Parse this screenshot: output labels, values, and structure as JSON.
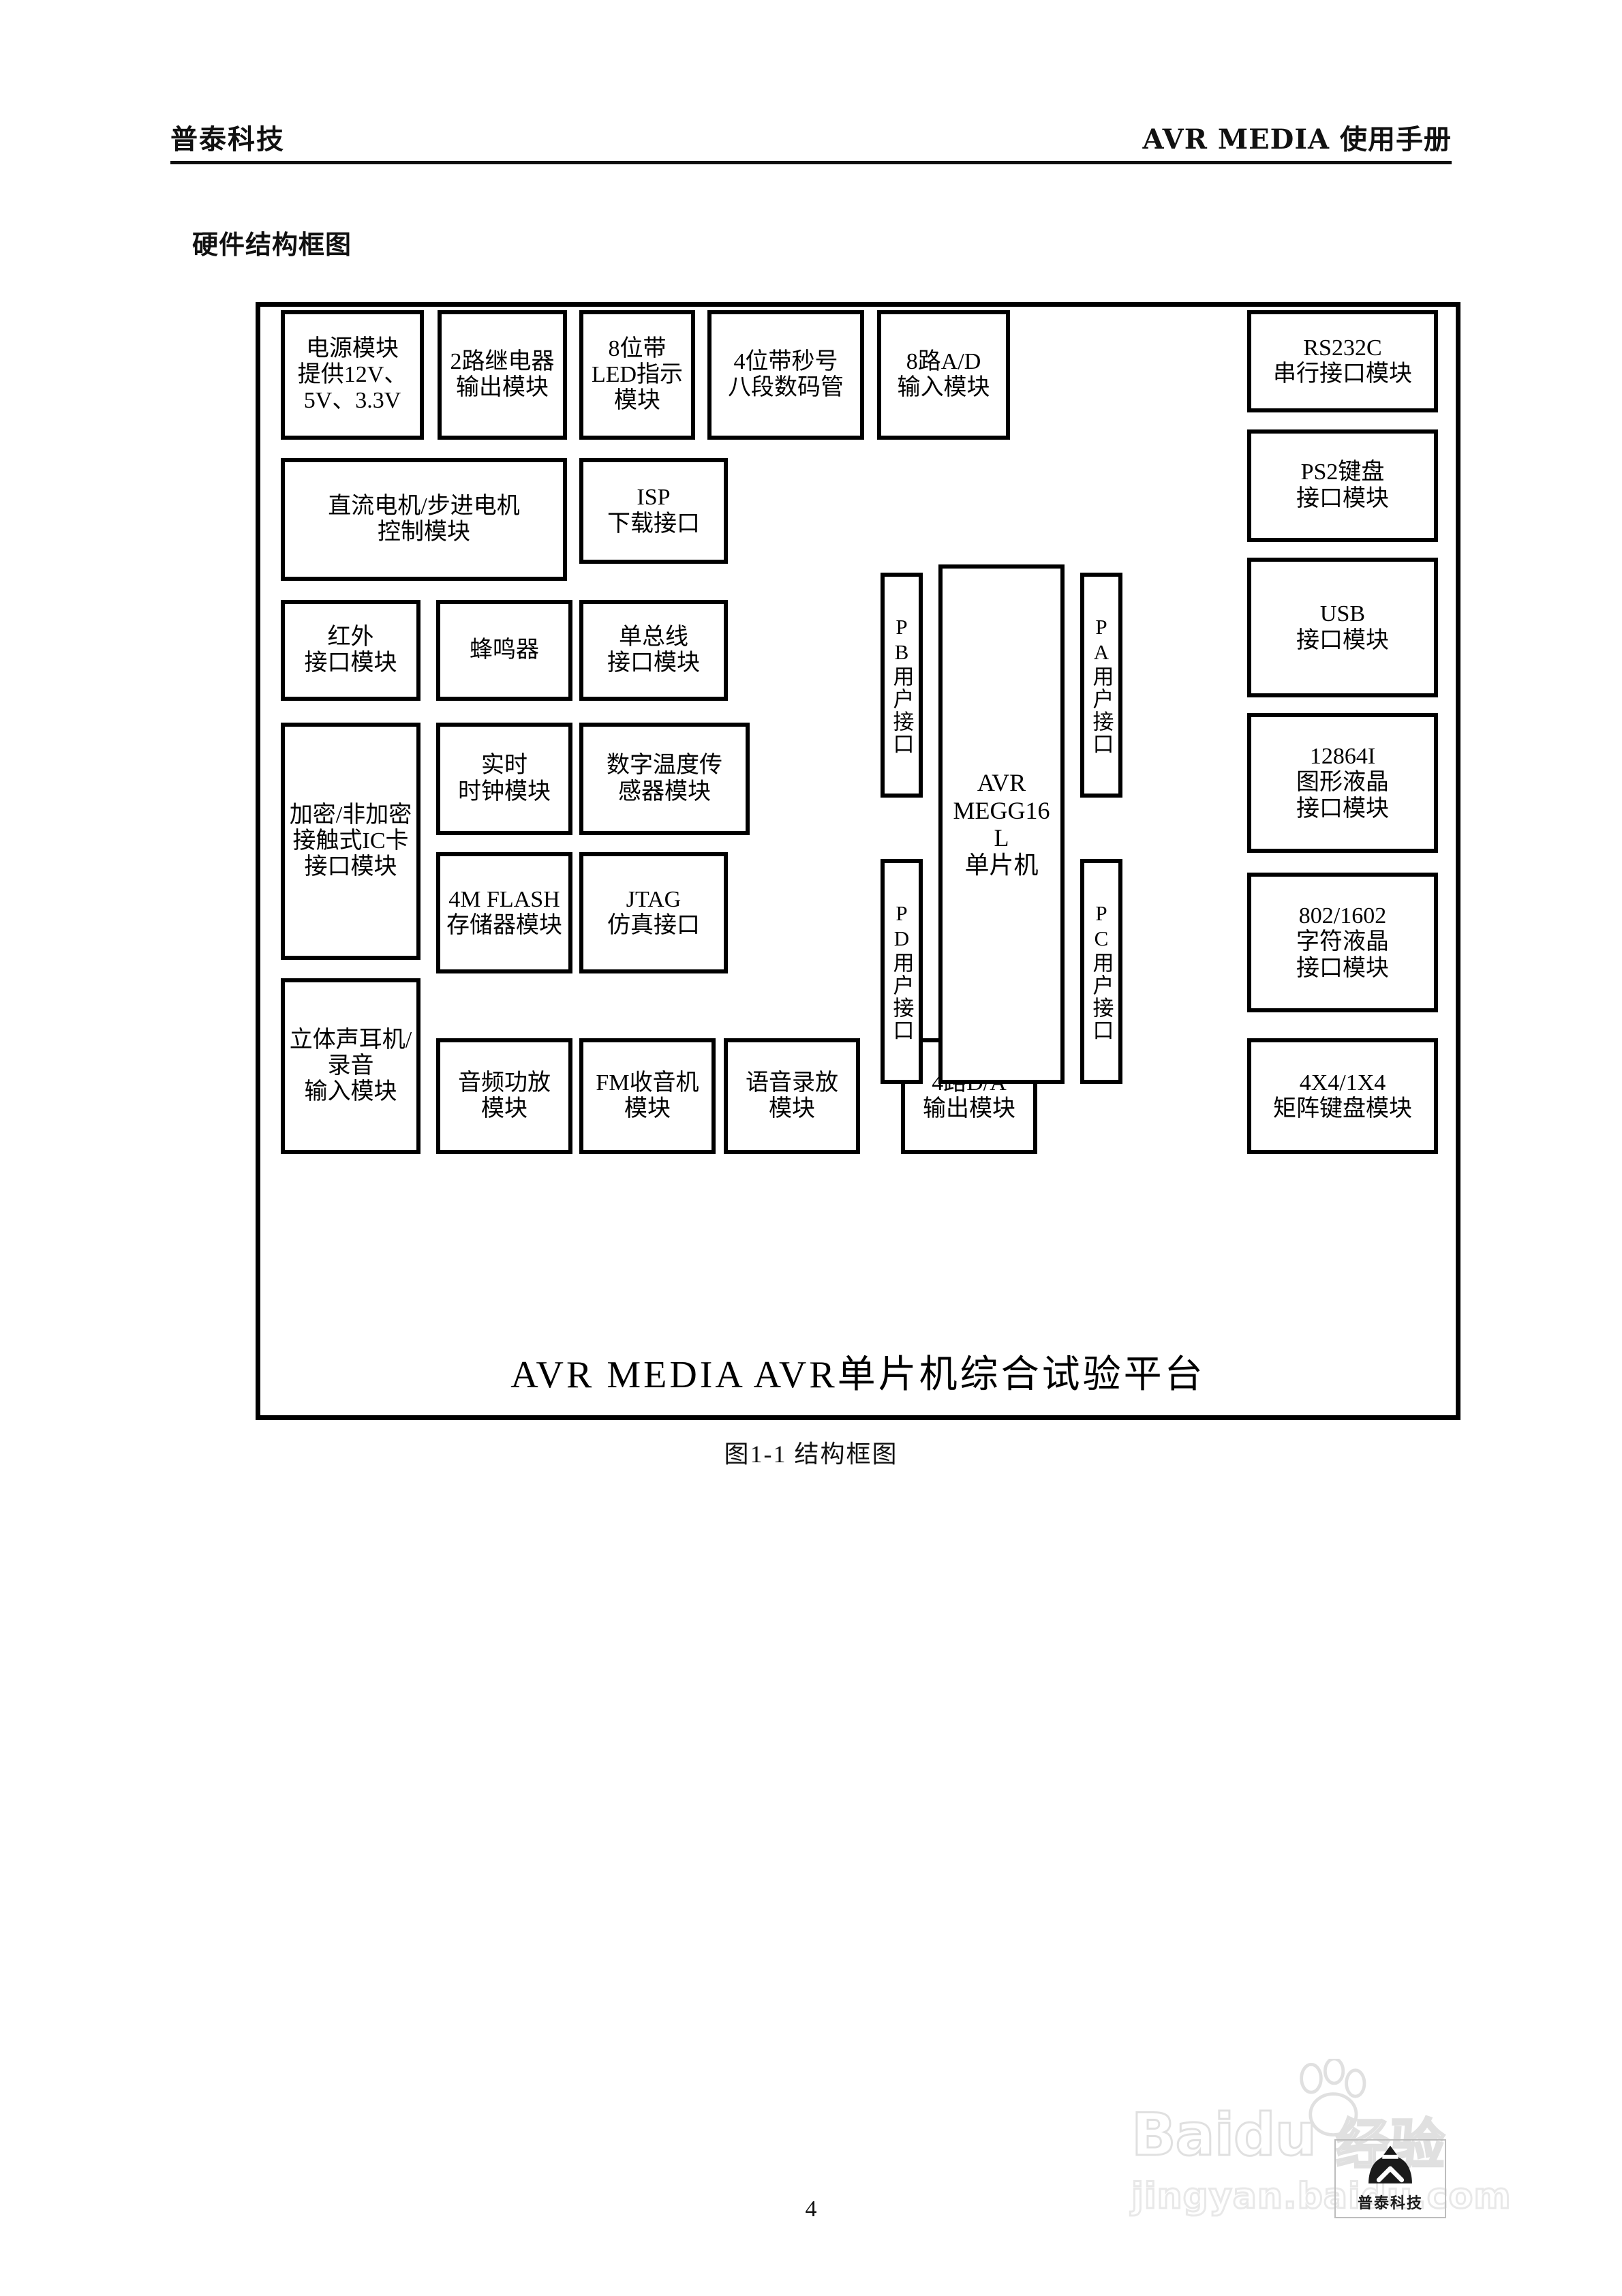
{
  "header": {
    "left": "普泰科技",
    "right": "AVR MEDIA 使用手册"
  },
  "section_heading": "硬件结构框图",
  "figure": {
    "caption": "图1-1   结构框图",
    "platform_banner": "AVR MEDIA AVR单片机综合试验平台"
  },
  "page_number": "4",
  "watermark": {
    "brand": "Baidu",
    "brand_cn": "经验",
    "url": "jingyan.baidu.com",
    "logo_text": "普泰科技"
  },
  "blocks": {
    "power": {
      "l1": "电源模块",
      "l2": "提供12V、",
      "l3": "5V、3.3V"
    },
    "relay": {
      "l1": "2路继电器",
      "l2": "输出模块"
    },
    "led": {
      "l1": "8位带",
      "l2": "LED指示",
      "l3": "模块"
    },
    "digit": {
      "l1": "4位带秒号",
      "l2": "八段数码管"
    },
    "adc": {
      "l1": "8路A/D",
      "l2": "输入模块"
    },
    "rs232": {
      "l1": "RS232C",
      "l2": "串行接口模块"
    },
    "ps2": {
      "l1": "PS2键盘",
      "l2": "接口模块"
    },
    "usb": {
      "l1": "USB",
      "l2": "接口模块"
    },
    "motor": {
      "l1": "直流电机/步进电机",
      "l2": "控制模块"
    },
    "isp": {
      "l1": "ISP",
      "l2": "下载接口"
    },
    "infrared": {
      "l1": "红外",
      "l2": "接口模块"
    },
    "buzzer": {
      "l1": "蜂鸣器"
    },
    "onewire": {
      "l1": "单总线",
      "l2": "接口模块"
    },
    "iccard": {
      "l1": "加密/非加密",
      "l2": "接触式IC卡",
      "l3": "接口模块"
    },
    "rtc": {
      "l1": "实时",
      "l2": "时钟模块"
    },
    "temp": {
      "l1": "数字温度传",
      "l2": "感器模块"
    },
    "flash": {
      "l1": "4M FLASH",
      "l2": "存储器模块"
    },
    "jtag": {
      "l1": "JTAG",
      "l2": "仿真接口"
    },
    "lcd12864": {
      "l1": "12864I",
      "l2": "图形液晶",
      "l3": "接口模块"
    },
    "lcd1602": {
      "l1": "802/1602",
      "l2": "字符液晶",
      "l3": "接口模块"
    },
    "headphone": {
      "l1": "立体声耳机/",
      "l2": "录音",
      "l3": "输入模块"
    },
    "audioamp": {
      "l1": "音频功放",
      "l2": "模块"
    },
    "fmradio": {
      "l1": "FM收音机",
      "l2": "模块"
    },
    "voice": {
      "l1": "语音录放",
      "l2": "模块"
    },
    "dac": {
      "l1": "4路D/A",
      "l2": "输出模块"
    },
    "keypad": {
      "l1": "4X4/1X4",
      "l2": "矩阵键盘模块"
    },
    "mcu": {
      "l1": "AVR",
      "l2": "MEGG16",
      "l3": "L",
      "l4": "单片机"
    },
    "port_pb": {
      "label": "PB用户接口"
    },
    "port_pa": {
      "label": "PA用户接口"
    },
    "port_pd": {
      "label": "PD用户接口"
    },
    "port_pc": {
      "label": "PC用户接口"
    }
  }
}
